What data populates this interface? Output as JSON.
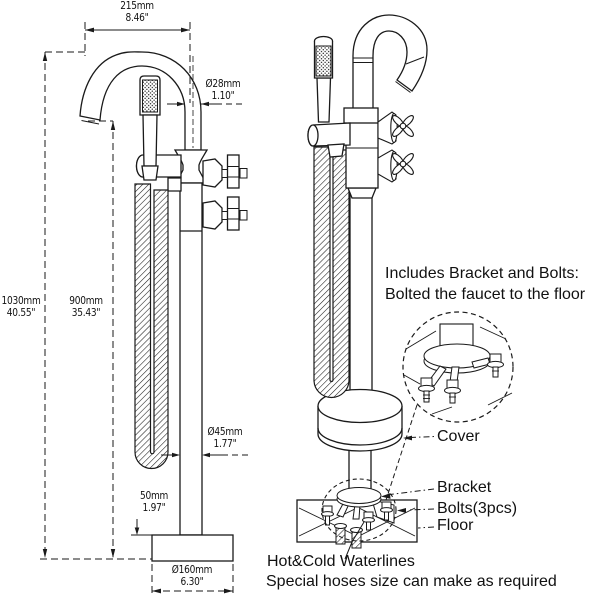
{
  "colors": {
    "line": "#1a1a1a",
    "text": "#111111",
    "background": "#ffffff"
  },
  "left": {
    "dims": {
      "reach_mm": "215mm",
      "reach_in": "8.46\"",
      "spout_dia_mm": "Ø28mm",
      "spout_dia_in": "1.10\"",
      "height_mm": "1030mm",
      "height_in": "40.55\"",
      "spout_height_mm": "900mm",
      "spout_height_in": "35.43\"",
      "column_dia_mm": "Ø45mm",
      "column_dia_in": "1.77\"",
      "base_h_mm": "50mm",
      "base_h_in": "1.97\"",
      "base_dia_mm": "Ø160mm",
      "base_dia_in": "6.30\""
    }
  },
  "right": {
    "note1": "Includes Bracket and Bolts:",
    "note2": "Bolted the faucet to the floor",
    "cover": "Cover",
    "bracket": "Bracket",
    "bolts": "Bolts(3pcs)",
    "floor": "Floor",
    "waterlines": "Hot&Cold Waterlines",
    "hoses": "Special hoses size can make as required"
  }
}
